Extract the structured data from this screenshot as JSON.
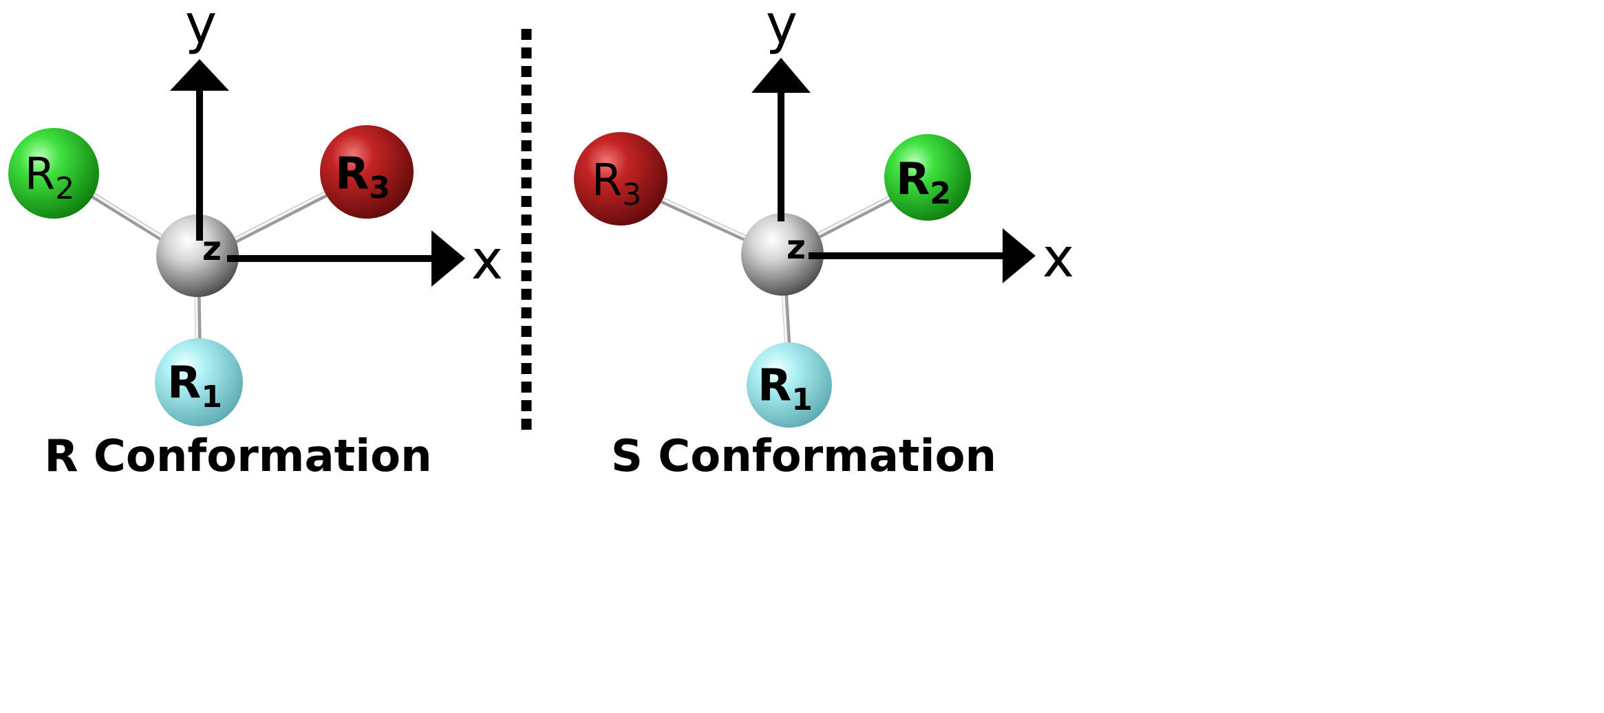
{
  "panels": [
    {
      "caption": "R Conformation",
      "axes": {
        "y": "y",
        "x": "x",
        "z": "z"
      },
      "atoms": {
        "top_left": {
          "label": "R",
          "sub": "2",
          "color": "#2ed42e"
        },
        "top_right": {
          "label": "R",
          "sub": "3",
          "color": "#c42424"
        },
        "bottom": {
          "label": "R",
          "sub": "1",
          "color": "#9ee9ee"
        }
      }
    },
    {
      "caption": "S Conformation",
      "axes": {
        "y": "y",
        "x": "x",
        "z": "z"
      },
      "atoms": {
        "top_left": {
          "label": "R",
          "sub": "3",
          "color": "#c42424"
        },
        "top_right": {
          "label": "R",
          "sub": "2",
          "color": "#2ed42e"
        },
        "bottom": {
          "label": "R",
          "sub": "1",
          "color": "#9ee9ee"
        }
      }
    }
  ],
  "center_atom_color": "#bdbdbd"
}
